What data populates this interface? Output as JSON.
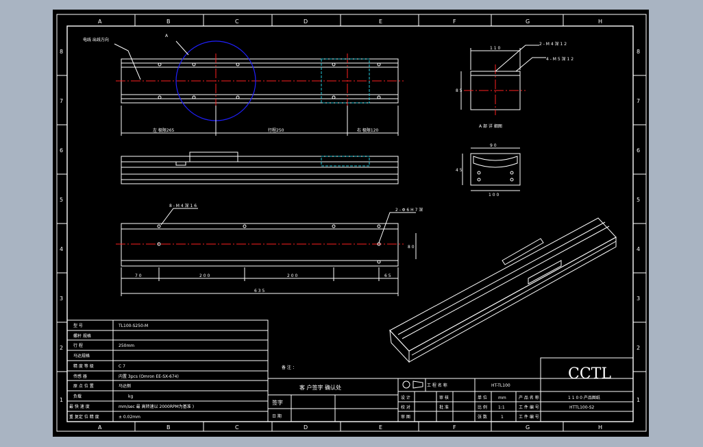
{
  "frame": {
    "cols": [
      "A",
      "B",
      "C",
      "D",
      "E",
      "F",
      "G",
      "H"
    ],
    "rows": [
      "8",
      "7",
      "6",
      "5",
      "4",
      "3",
      "2",
      "1"
    ]
  },
  "labels": {
    "cable_side": "电线 出线方向",
    "detail_callout": "A",
    "left_margin": "左 极限265",
    "stroke": "行程250",
    "right_margin": "右 极限120",
    "detail_title": "A 部 详 细图",
    "dim_110_top": "1 1 0",
    "dim_85": "8 5",
    "hole_note_1": "2 - M 4 深 1 2",
    "hole_note_2": "4 - M 5 深 1 2",
    "dim_90": "9 0",
    "dim_45": "4 5",
    "dim_100": "1 0 0",
    "note_left": "8 - M 4 深 1 6",
    "note_right": "2 - Φ 6 H 7 深",
    "dim_70": "7 0",
    "dim_200a": "2 0 0",
    "dim_200b": "2 0 0",
    "dim_65": "6 5",
    "dim_635": "6 3 5",
    "dim_side": "8 0",
    "remarks": "备 注 ："
  },
  "spec_table": {
    "rows": [
      {
        "label": "型 号",
        "value": "TL100-S250-M"
      },
      {
        "label": "螺杆 规格",
        "value": ""
      },
      {
        "label": "行 程",
        "value": "250mm"
      },
      {
        "label": "马达规格",
        "value": ""
      },
      {
        "label": "精 度 等 级",
        "value": "C 7"
      },
      {
        "label": "传感 器",
        "value": "内置 3pcs (Omron EE-SX-674)"
      },
      {
        "label": "原 点 位 置",
        "value": "马达侧"
      },
      {
        "label": "负载",
        "value": "kg"
      },
      {
        "label": "最 快 速 度",
        "value": "mm/sec 最 高转速以 2000RPM为基准 )"
      },
      {
        "label": "重 复定 位 精 度",
        "value": "± 0.02mm"
      }
    ]
  },
  "confirm": {
    "title": "客 户签字 确认处",
    "sign": "签字",
    "date": "日 期"
  },
  "titleblock": {
    "logo": "CCTL",
    "drawing_no": "HT-TL100",
    "product": "1 1 0 0 产品图纸",
    "code": "HTTL100-S2",
    "unit_label": "工 程 名 称",
    "r1": [
      "设 计",
      "审 核",
      "单 位",
      "mm",
      "产 品 名 称"
    ],
    "r2": [
      "校 对",
      "批 准",
      "比 例",
      "1:1",
      "工 件 编 号"
    ],
    "r3": [
      "审 图",
      "",
      "张 数",
      "1",
      "工 件 编 号"
    ]
  }
}
